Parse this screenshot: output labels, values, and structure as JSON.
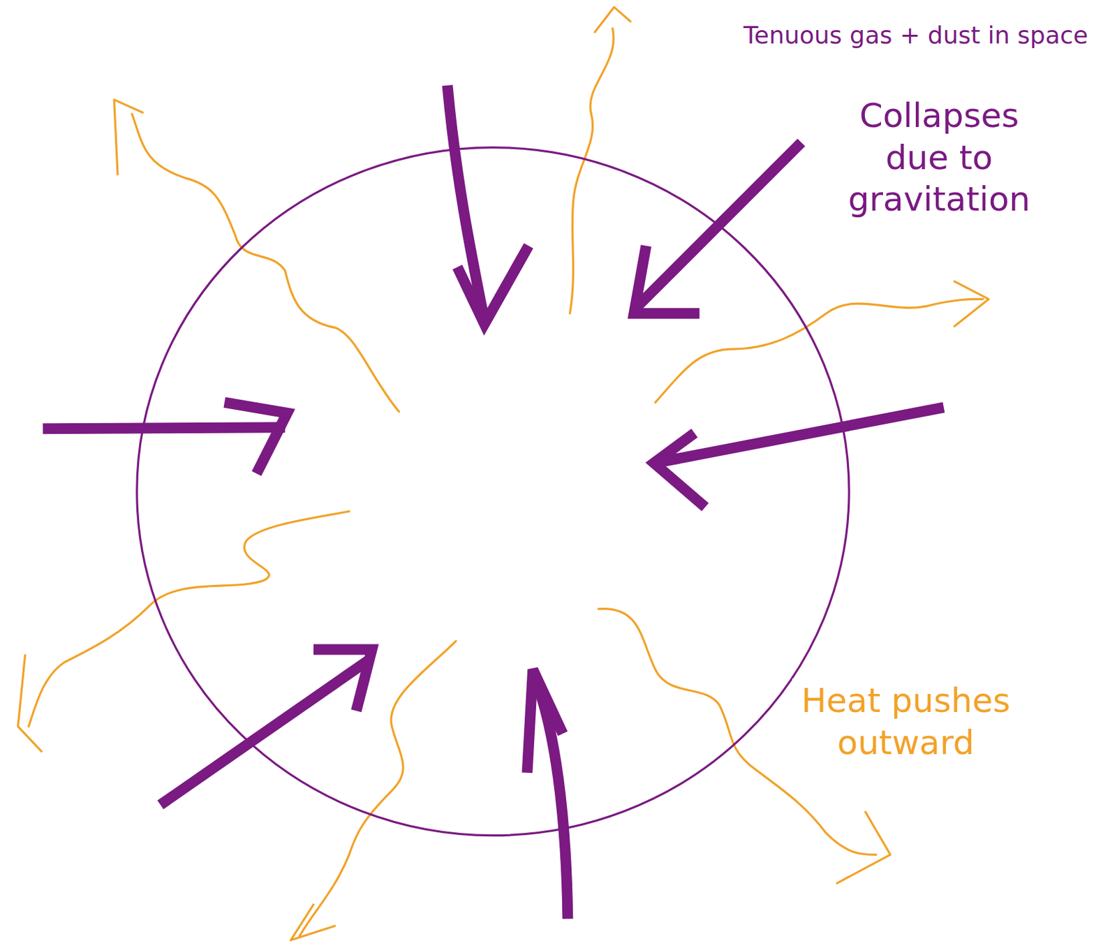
{
  "diagram": {
    "labels": [
      "Tenuous gas + dust in space",
      "Collapses due to gravitation",
      "Heat pushes outward"
    ]
  }
}
